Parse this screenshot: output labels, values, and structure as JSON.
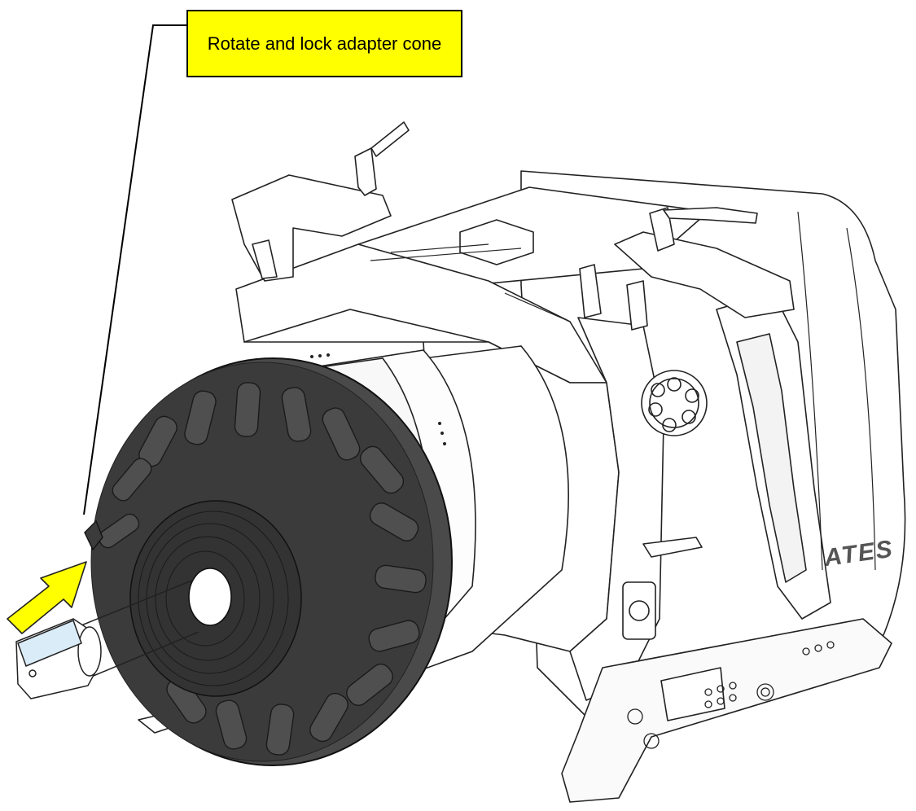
{
  "callout": {
    "text": "Rotate and lock adapter cone",
    "background_color": "#ffff00",
    "border_color": "#000000"
  },
  "illustration": {
    "subject": "camera body line drawing",
    "lens_cap_color": "#3b3b3b",
    "arrow_color": "#ffff00",
    "body_brand_text": "ATES"
  }
}
